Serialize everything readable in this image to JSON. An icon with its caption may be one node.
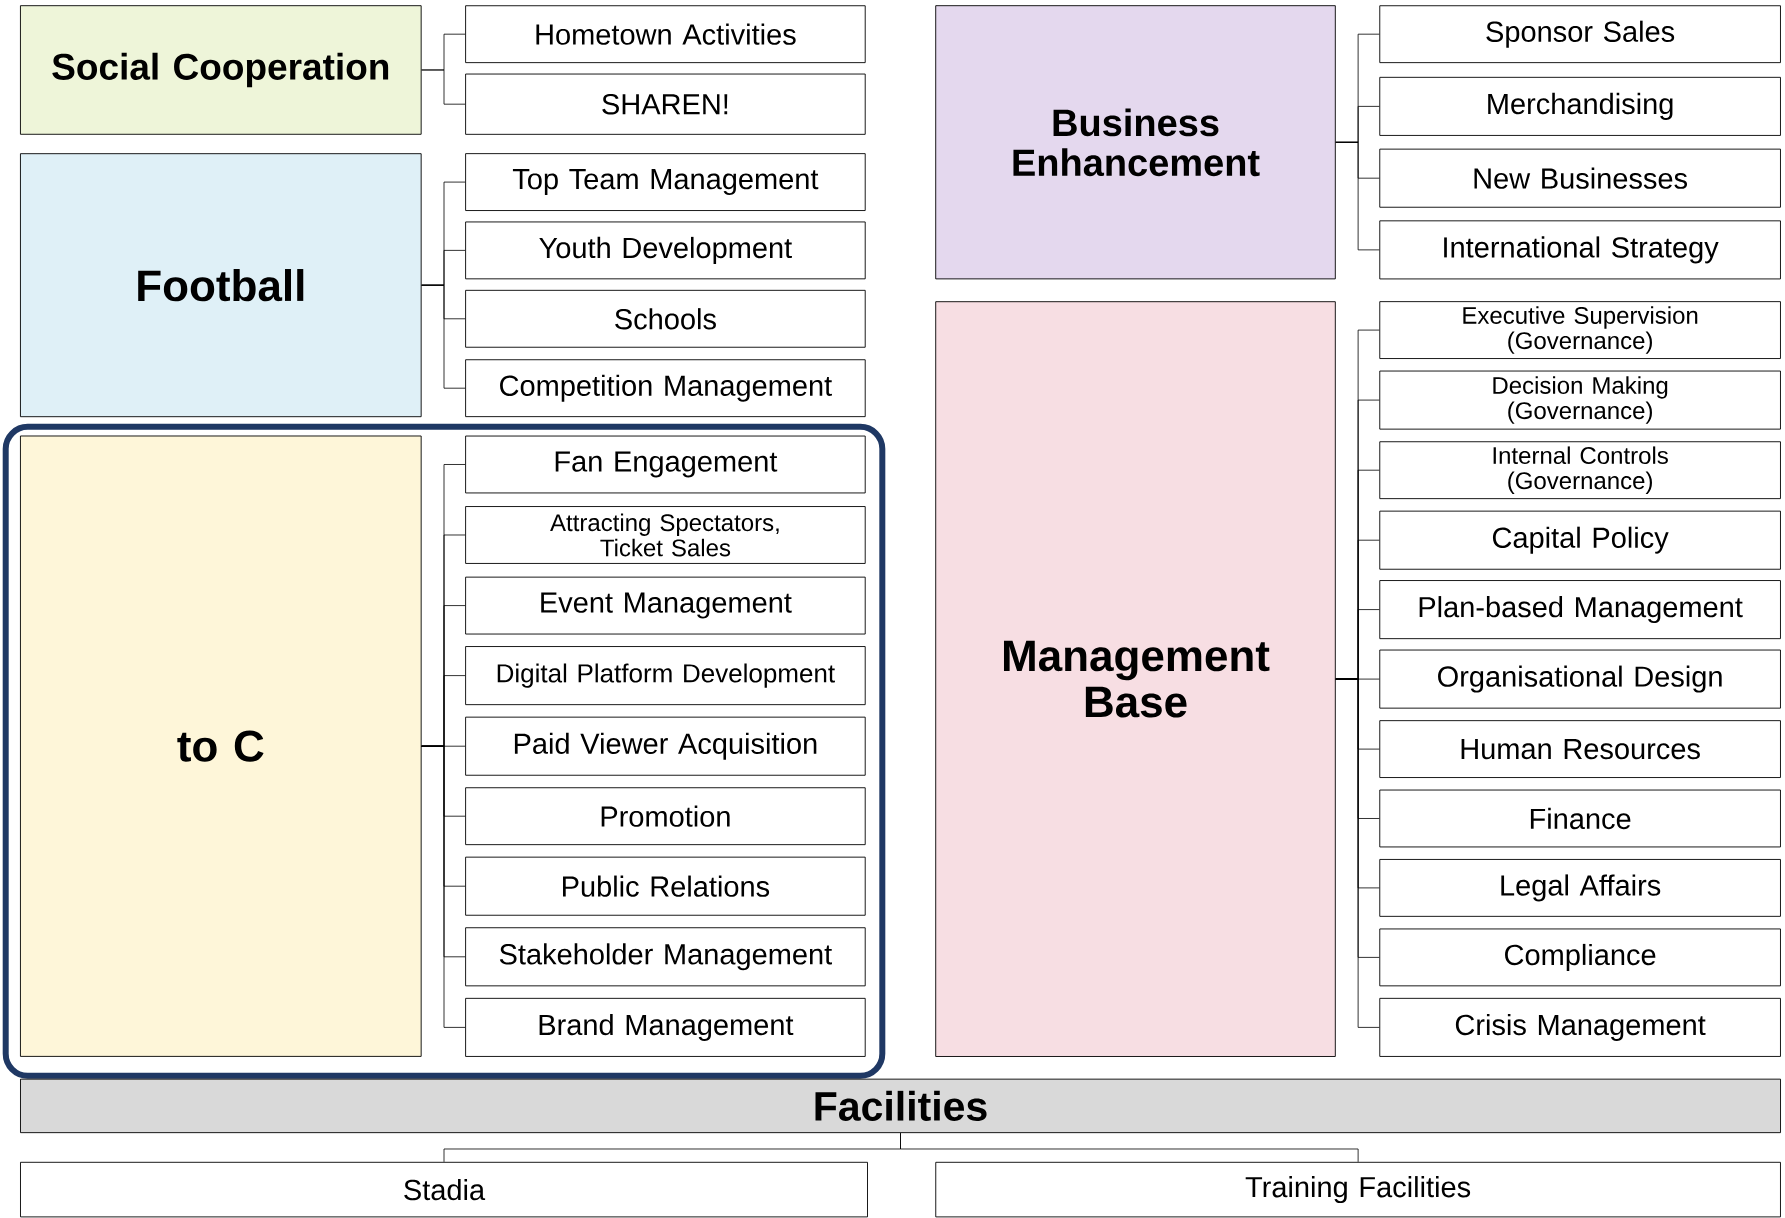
{
  "diagram": {
    "nodes": [
      {
        "text": [
          "Social Cooperation"
        ]
      },
      {
        "text": [
          "Hometown Activities"
        ]
      },
      {
        "text": [
          "SHAREN!"
        ]
      },
      {
        "text": [
          "Football"
        ]
      },
      {
        "text": [
          "Top Team Management"
        ]
      },
      {
        "text": [
          "Youth Development"
        ]
      },
      {
        "text": [
          "Schools"
        ]
      },
      {
        "text": [
          "Competition Management"
        ]
      },
      {
        "text": [],
        "shape": "box"
      },
      {
        "text": [
          "to C"
        ],
        "in": 8
      },
      {
        "text": [
          "Fan Engagement"
        ],
        "in": 8
      },
      {
        "text": [
          "Attracting Spectators, Ticket Sales"
        ],
        "in": 8
      },
      {
        "text": [
          "Event Management"
        ],
        "in": 8
      },
      {
        "text": [
          "Digital Platform Development"
        ],
        "in": 8
      },
      {
        "text": [
          "Paid Viewer Acquisition"
        ],
        "in": 8
      },
      {
        "text": [
          "Promotion"
        ],
        "in": 8
      },
      {
        "text": [
          "Public Relations"
        ],
        "in": 8
      },
      {
        "text": [
          "Stakeholder Management"
        ],
        "in": 8
      },
      {
        "text": [
          "Brand Management"
        ],
        "in": 8
      },
      {
        "text": [
          "Business Enhancement"
        ]
      },
      {
        "text": [
          "Sponsor Sales"
        ]
      },
      {
        "text": [
          "Merchandising"
        ]
      },
      {
        "text": [
          "New Businesses"
        ]
      },
      {
        "text": [
          "International Strategy"
        ]
      },
      {
        "text": [
          "Management Base"
        ]
      },
      {
        "text": [
          "Executive Supervision (Governance)"
        ]
      },
      {
        "text": [
          "Decision Making (Governance)"
        ]
      },
      {
        "text": [
          "Internal Controls (Governance)"
        ]
      },
      {
        "text": [
          "Capital Policy"
        ]
      },
      {
        "text": [
          "Plan-based Management"
        ]
      },
      {
        "text": [
          "Organisational Design"
        ]
      },
      {
        "text": [
          "Human Resources"
        ]
      },
      {
        "text": [
          "Finance"
        ]
      },
      {
        "text": [
          "Legal Affairs"
        ]
      },
      {
        "text": [
          "Compliance"
        ]
      },
      {
        "text": [
          "Crisis Management"
        ]
      },
      {
        "text": [
          "Facilities"
        ]
      },
      {
        "text": [
          "Stadia"
        ]
      },
      {
        "text": [
          "Training Facilities"
        ]
      }
    ],
    "edges": [
      {
        "from": 0,
        "to": 1,
        "arrow": "none"
      },
      {
        "from": 0,
        "to": 2,
        "arrow": "none"
      },
      {
        "from": 3,
        "to": 4,
        "arrow": "none"
      },
      {
        "from": 3,
        "to": 5,
        "arrow": "none"
      },
      {
        "from": 3,
        "to": 6,
        "arrow": "none"
      },
      {
        "from": 3,
        "to": 7,
        "arrow": "none"
      },
      {
        "from": 9,
        "to": 10,
        "arrow": "none"
      },
      {
        "from": 9,
        "to": 11,
        "arrow": "none"
      },
      {
        "from": 9,
        "to": 12,
        "arrow": "none"
      },
      {
        "from": 9,
        "to": 13,
        "arrow": "none"
      },
      {
        "from": 9,
        "to": 14,
        "arrow": "none"
      },
      {
        "from": 9,
        "to": 15,
        "arrow": "none"
      },
      {
        "from": 9,
        "to": 16,
        "arrow": "none"
      },
      {
        "from": 9,
        "to": 17,
        "arrow": "none"
      },
      {
        "from": 9,
        "to": 18,
        "arrow": "none"
      },
      {
        "from": 19,
        "to": 20,
        "arrow": "none"
      },
      {
        "from": 19,
        "to": 21,
        "arrow": "none"
      },
      {
        "from": 19,
        "to": 22,
        "arrow": "none"
      },
      {
        "from": 19,
        "to": 23,
        "arrow": "none"
      },
      {
        "from": 24,
        "to": 25,
        "arrow": "none"
      },
      {
        "from": 24,
        "to": 26,
        "arrow": "none"
      },
      {
        "from": 24,
        "to": 27,
        "arrow": "none"
      },
      {
        "from": 24,
        "to": 28,
        "arrow": "none"
      },
      {
        "from": 24,
        "to": 29,
        "arrow": "none"
      },
      {
        "from": 24,
        "to": 30,
        "arrow": "none"
      },
      {
        "from": 24,
        "to": 31,
        "arrow": "none"
      },
      {
        "from": 24,
        "to": 32,
        "arrow": "none"
      },
      {
        "from": 24,
        "to": 33,
        "arrow": "none"
      },
      {
        "from": 24,
        "to": 34,
        "arrow": "none"
      },
      {
        "from": 24,
        "to": 35,
        "arrow": "none"
      },
      {
        "from": 36,
        "to": 37,
        "arrow": "none"
      },
      {
        "from": 36,
        "to": 38,
        "arrow": "none"
      }
    ]
  }
}
